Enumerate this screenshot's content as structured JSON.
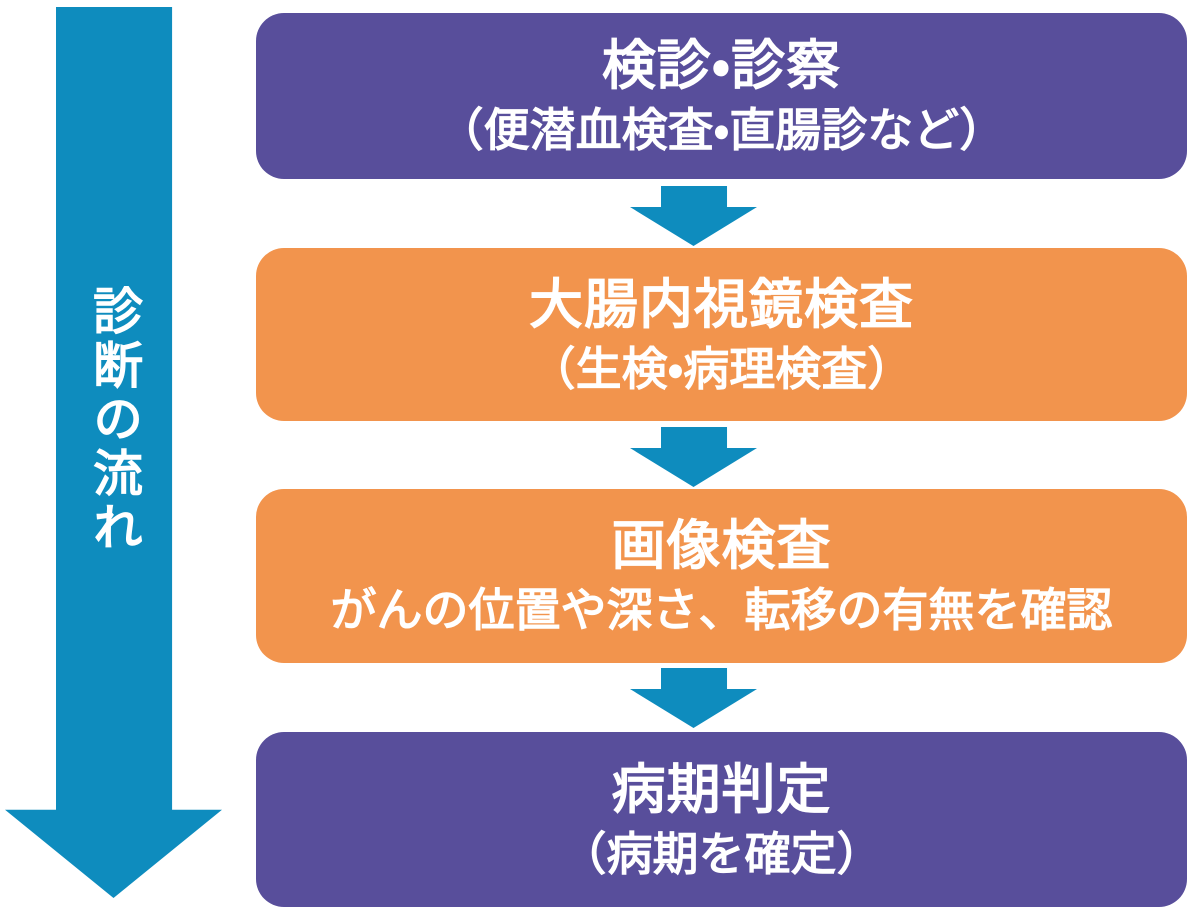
{
  "flow": {
    "side_label": "診断の流れ",
    "steps": [
      {
        "title": "検診・診察",
        "subtitle": "（便潜血検査・直腸診など）",
        "color": "purple"
      },
      {
        "title": "大腸内視鏡検査",
        "subtitle": "（生検・病理検査）",
        "color": "orange"
      },
      {
        "title": "画像検査",
        "subtitle": "がんの位置や深さ、転移の有無を確認",
        "color": "orange"
      },
      {
        "title": "病期判定",
        "subtitle": "（病期を確定）",
        "color": "purple"
      }
    ],
    "colors": {
      "purple": "#584E9B",
      "orange": "#F2944D",
      "blue": "#0E8CBE",
      "text": "#FFFFFF",
      "background": "#FFFFFF"
    }
  }
}
